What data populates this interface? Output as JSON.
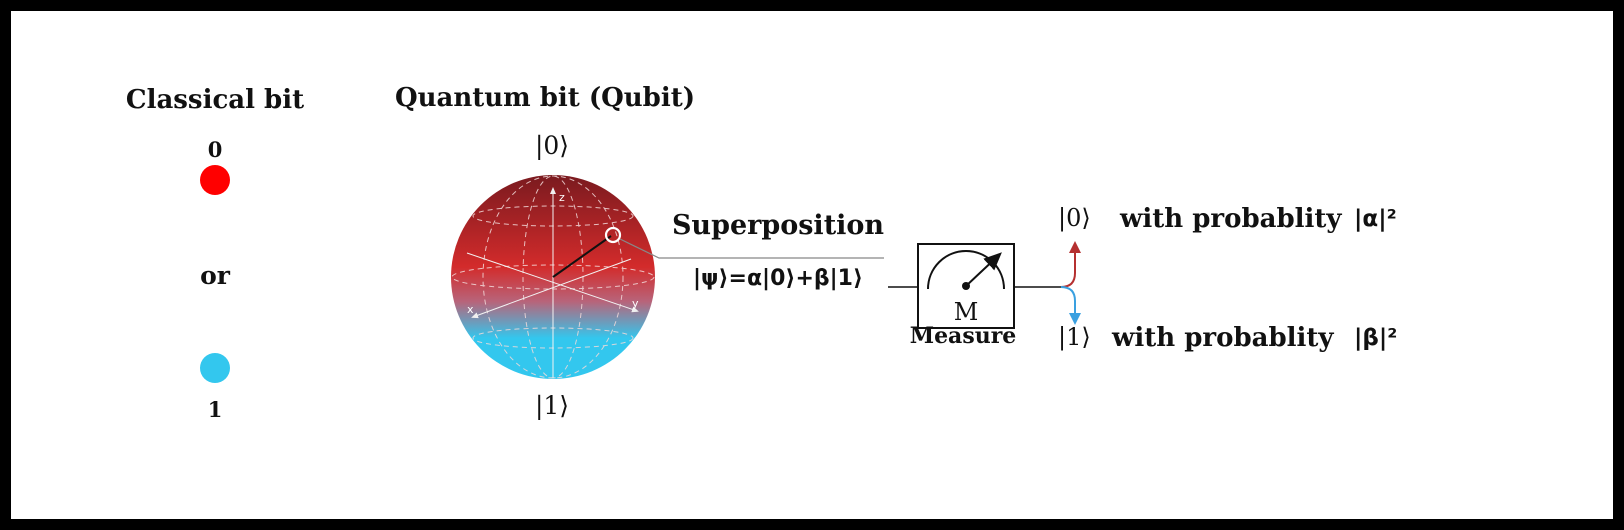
{
  "classical": {
    "title": "Classical bit",
    "zero_label": "0",
    "or_label": "or",
    "one_label": "1",
    "zero_color": "#ff0000",
    "one_color": "#33c7ee"
  },
  "qubit": {
    "title": "Quantum bit (Qubit)",
    "top_ket": "|0⟩",
    "bottom_ket": "|1⟩",
    "axis_z": "z",
    "axis_x": "x",
    "axis_y": "y",
    "sphere_top_color": "#7a1a1f",
    "sphere_mid_color": "#d32b2b",
    "sphere_bottom_color": "#33c7ee"
  },
  "superposition": {
    "title": "Superposition",
    "equation": "|ψ⟩=α|0⟩+β|1⟩"
  },
  "measure": {
    "box_symbol": "M",
    "label": "Measure"
  },
  "outcomes": {
    "top": {
      "ket": "|0⟩",
      "text": "with probablity",
      "prob": "|α|²",
      "arrow_color": "#b53030"
    },
    "bottom": {
      "ket": "|1⟩",
      "text": "with probablity",
      "prob": "|β|²",
      "arrow_color": "#3aa0e0"
    }
  }
}
